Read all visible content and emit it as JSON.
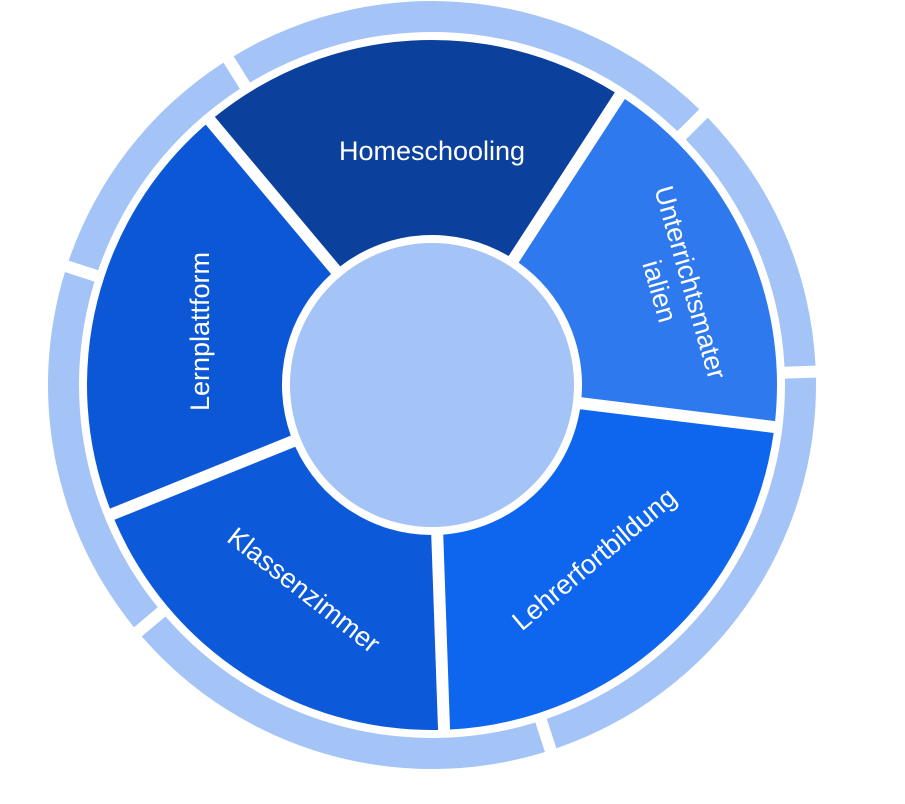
{
  "colors": {
    "outer_ring": "#a4c3f6",
    "hub": "#a4c3f6",
    "gap": "#ffffff",
    "label_text": "#ffffff"
  },
  "segments": [
    {
      "id": "homeschooling",
      "label_lines": [
        "Homeschooling"
      ],
      "color": "#0b419c"
    },
    {
      "id": "unterrichtsmaterialien",
      "label_lines": [
        "Unterrichtsmater",
        "ialien"
      ],
      "color": "#2f79ef"
    },
    {
      "id": "lehrerfortbildung",
      "label_lines": [
        "Lehrerfortbildung"
      ],
      "color": "#0e66ef"
    },
    {
      "id": "klassenzimmer",
      "label_lines": [
        "Klassenzimmer"
      ],
      "color": "#0c5ad9"
    },
    {
      "id": "lernplattform",
      "label_lines": [
        "Lernplattform"
      ],
      "color": "#0c57d6"
    }
  ]
}
